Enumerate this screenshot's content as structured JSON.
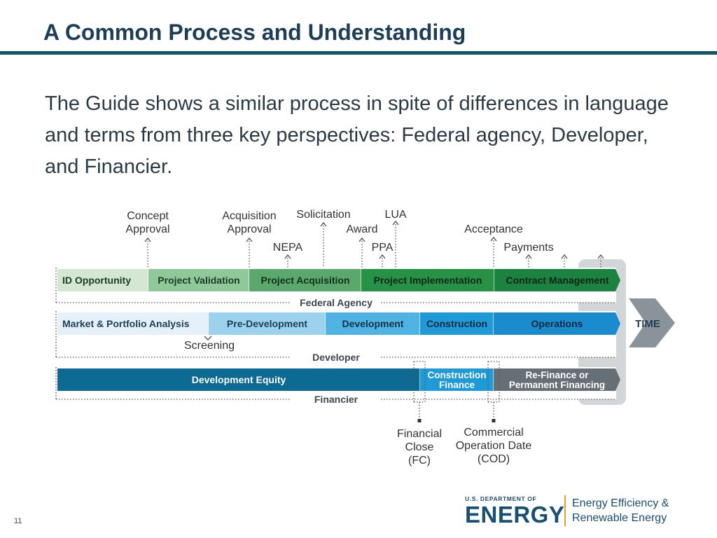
{
  "slide": {
    "title": "A Common Process and Understanding",
    "body": "The Guide shows a similar process in spite of differences in language and terms from three key perspectives: Federal agency, Developer, and Financier.",
    "page_number": "11"
  },
  "diagram": {
    "time_label": "TIME",
    "federal": {
      "label": "Federal Agency",
      "phases": [
        "ID Opportunity",
        "Project Validation",
        "Project Acquisition",
        "Project Implementation",
        "Contract Management"
      ]
    },
    "developer": {
      "label": "Developer",
      "phases": [
        "Market & Portfolio Analysis",
        "Pre-Development",
        "Development",
        "Construction",
        "Operations"
      ]
    },
    "financier": {
      "label": "Financier",
      "development_equity": "Development Equity",
      "construction_finance": [
        "Construction",
        "Finance"
      ],
      "refinance": [
        "Re-Finance or",
        "Permanent Financing"
      ]
    },
    "milestones": {
      "concept_approval": [
        "Concept",
        "Approval"
      ],
      "acquisition_approval": [
        "Acquisition",
        "Approval"
      ],
      "solicitation": "Solicitation",
      "lua": "LUA",
      "award": "Award",
      "nepa": "NEPA",
      "ppa": "PPA",
      "acceptance": "Acceptance",
      "payments": "Payments",
      "screening": "Screening",
      "financial_close": [
        "Financial",
        "Close",
        "(FC)"
      ],
      "cod": [
        "Commercial",
        "Operation Date",
        "(COD)"
      ]
    },
    "colors": {
      "federal_light": "#d3e7d3",
      "federal_mid1": "#8fc99a",
      "federal_mid2": "#5aa86b",
      "federal_dark1": "#279146",
      "federal_dark2": "#1c8240",
      "dev_light": "#e4f1fa",
      "dev_mid1": "#9dd2ee",
      "dev_mid2": "#4fb3e3",
      "dev_dark1": "#1f9ad6",
      "dev_dark2": "#1a8ccd",
      "fin_equity": "#0d6a93",
      "fin_construction": "#1f9ad6",
      "fin_refinance": "#666e76",
      "time_arrow": "#8a939a"
    }
  },
  "logo": {
    "department": "U.S. DEPARTMENT OF",
    "energy": "ENERGY",
    "office_line1": "Energy Efficiency &",
    "office_line2": "Renewable Energy"
  }
}
